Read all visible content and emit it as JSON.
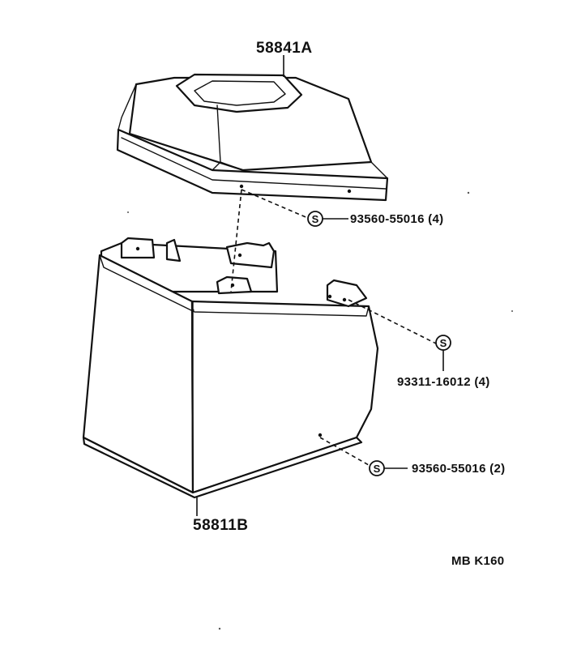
{
  "parts": {
    "cover": "58841A",
    "box": "58811B",
    "screw_top": "93560-55016 (4)",
    "nut": "93311-16012 (4)",
    "screw_bottom": "93560-55016 (2)"
  },
  "symbols": {
    "special_marker": "S"
  },
  "figure_code": "MB K160"
}
